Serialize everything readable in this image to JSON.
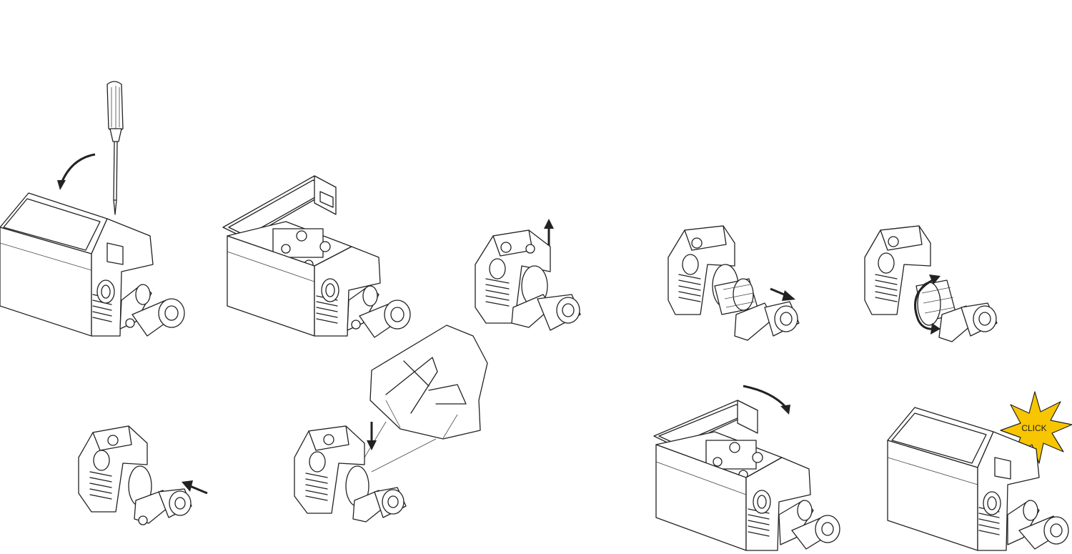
{
  "labels": {
    "click": "CLICK"
  },
  "colors": {
    "line": "#222222",
    "starburst": "#f7c600",
    "background": "#ffffff"
  },
  "steps": [
    {
      "id": 1,
      "action": "unscrew-lid-with-screwdriver"
    },
    {
      "id": 2,
      "action": "open-lid"
    },
    {
      "id": 3,
      "action": "pull-head-up"
    },
    {
      "id": 4,
      "action": "remove-actuator-head"
    },
    {
      "id": 5,
      "action": "rotate-head"
    },
    {
      "id": 6,
      "action": "reinsert-head"
    },
    {
      "id": 7,
      "action": "press-down-detail"
    },
    {
      "id": 8,
      "action": "close-lid"
    },
    {
      "id": 9,
      "action": "lid-closed-click"
    }
  ]
}
